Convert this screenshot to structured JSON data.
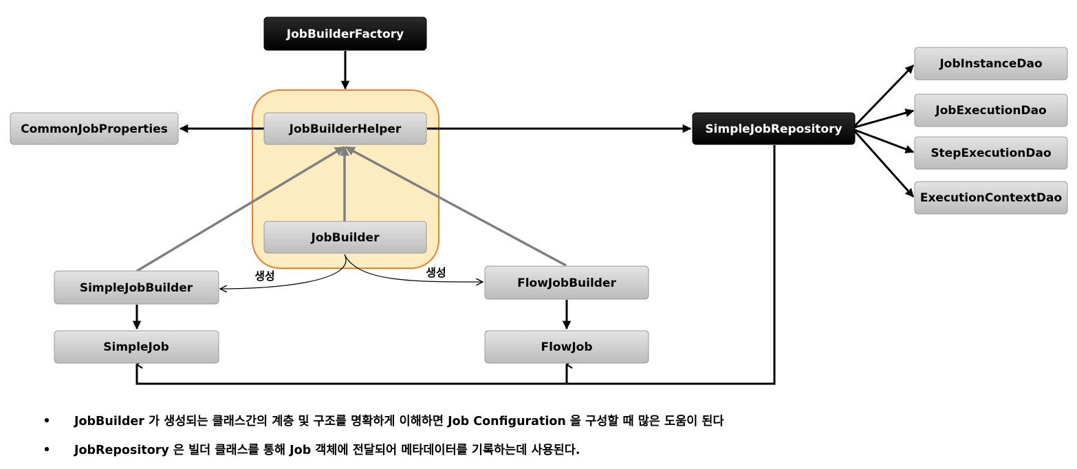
{
  "nodes": {
    "job_builder_factory": "JobBuilderFactory",
    "job_builder_helper": "JobBuilderHelper",
    "job_builder": "JobBuilder",
    "common_job_properties": "CommonJobProperties",
    "simple_job_repository": "SimpleJobRepository",
    "job_instance_dao": "JobInstanceDao",
    "job_execution_dao": "JobExecutionDao",
    "step_execution_dao": "StepExecutionDao",
    "execution_context_dao": "ExecutionContextDao",
    "simple_job_builder": "SimpleJobBuilder",
    "flow_job_builder": "FlowJobBuilder",
    "simple_job": "SimpleJob",
    "flow_job": "FlowJob"
  },
  "edge_labels": {
    "create_left": "생성",
    "create_right": "생성"
  },
  "notes": [
    {
      "bullet": "•",
      "text": "JobBuilder 가 생성되는 클래스간의 계층 및 구조를 명확하게 이해하면 Job Configuration 을 구성할 때 많은 도움이 된다"
    },
    {
      "bullet": "•",
      "text": "JobRepository 은 빌더 클래스를 통해 Job 객체에 전달되어 메타데이터를 기록하는데 사용된다."
    }
  ],
  "colors": {
    "dark_node": "#000000",
    "light_node": "#c9c9c9",
    "group_fill": "#fdecc0",
    "group_border": "#ed7d31",
    "inherit_line": "#7f7f7f"
  }
}
